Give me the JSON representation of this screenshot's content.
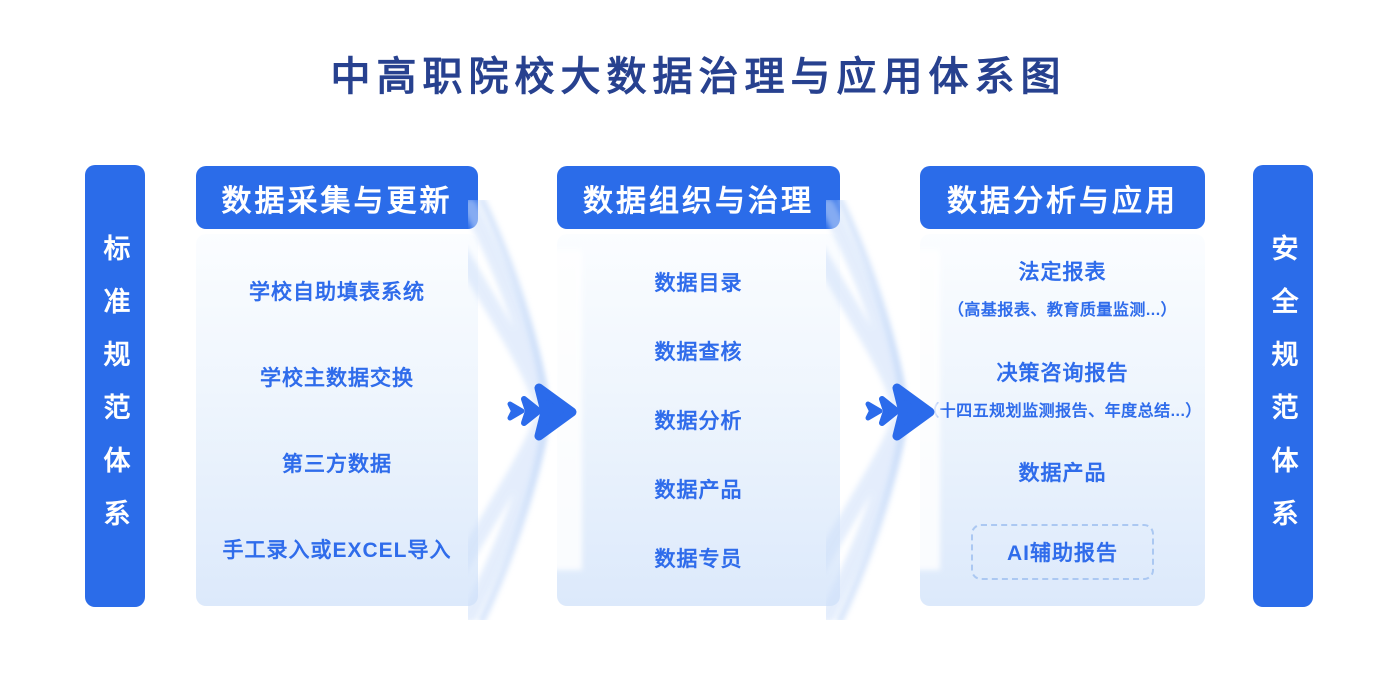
{
  "title": "中高职院校大数据治理与应用体系图",
  "left_bar": {
    "label": "标准规范体系"
  },
  "right_bar": {
    "label": "安全规范体系"
  },
  "columns": [
    {
      "header": "数据采集与更新",
      "items": [
        {
          "label": "学校自助填表系统"
        },
        {
          "label": "学校主数据交换"
        },
        {
          "label": "第三方数据"
        },
        {
          "label": "手工录入或EXCEL导入"
        }
      ]
    },
    {
      "header": "数据组织与治理",
      "items": [
        {
          "label": "数据目录"
        },
        {
          "label": "数据查核"
        },
        {
          "label": "数据分析"
        },
        {
          "label": "数据产品"
        },
        {
          "label": "数据专员"
        }
      ]
    },
    {
      "header": "数据分析与应用",
      "items": [
        {
          "label": "法定报表",
          "caption": "（高基报表、教育质量监测...）"
        },
        {
          "label": "决策咨询报告",
          "caption": "（十四五规划监测报告、年度总结...）"
        },
        {
          "label": "数据产品"
        },
        {
          "label": "AI辅助报告",
          "style": "dashed-box"
        }
      ]
    }
  ],
  "icons": [
    {
      "name": "flow-arrow-icon",
      "meaning": "data flows from left column to right column"
    },
    {
      "name": "flow-arrow-icon",
      "meaning": "data flows from left column to right column"
    }
  ],
  "colors": {
    "primary_blue": "#2b6ce9",
    "item_text_blue": "#2f6ceb",
    "title_navy": "#27418f",
    "body_gradient_top": "#fbfdff",
    "body_gradient_bottom": "#dce9fb",
    "dashed_border": "#abc8f2",
    "swoosh": "#c5daf8",
    "background": "#ffffff"
  }
}
